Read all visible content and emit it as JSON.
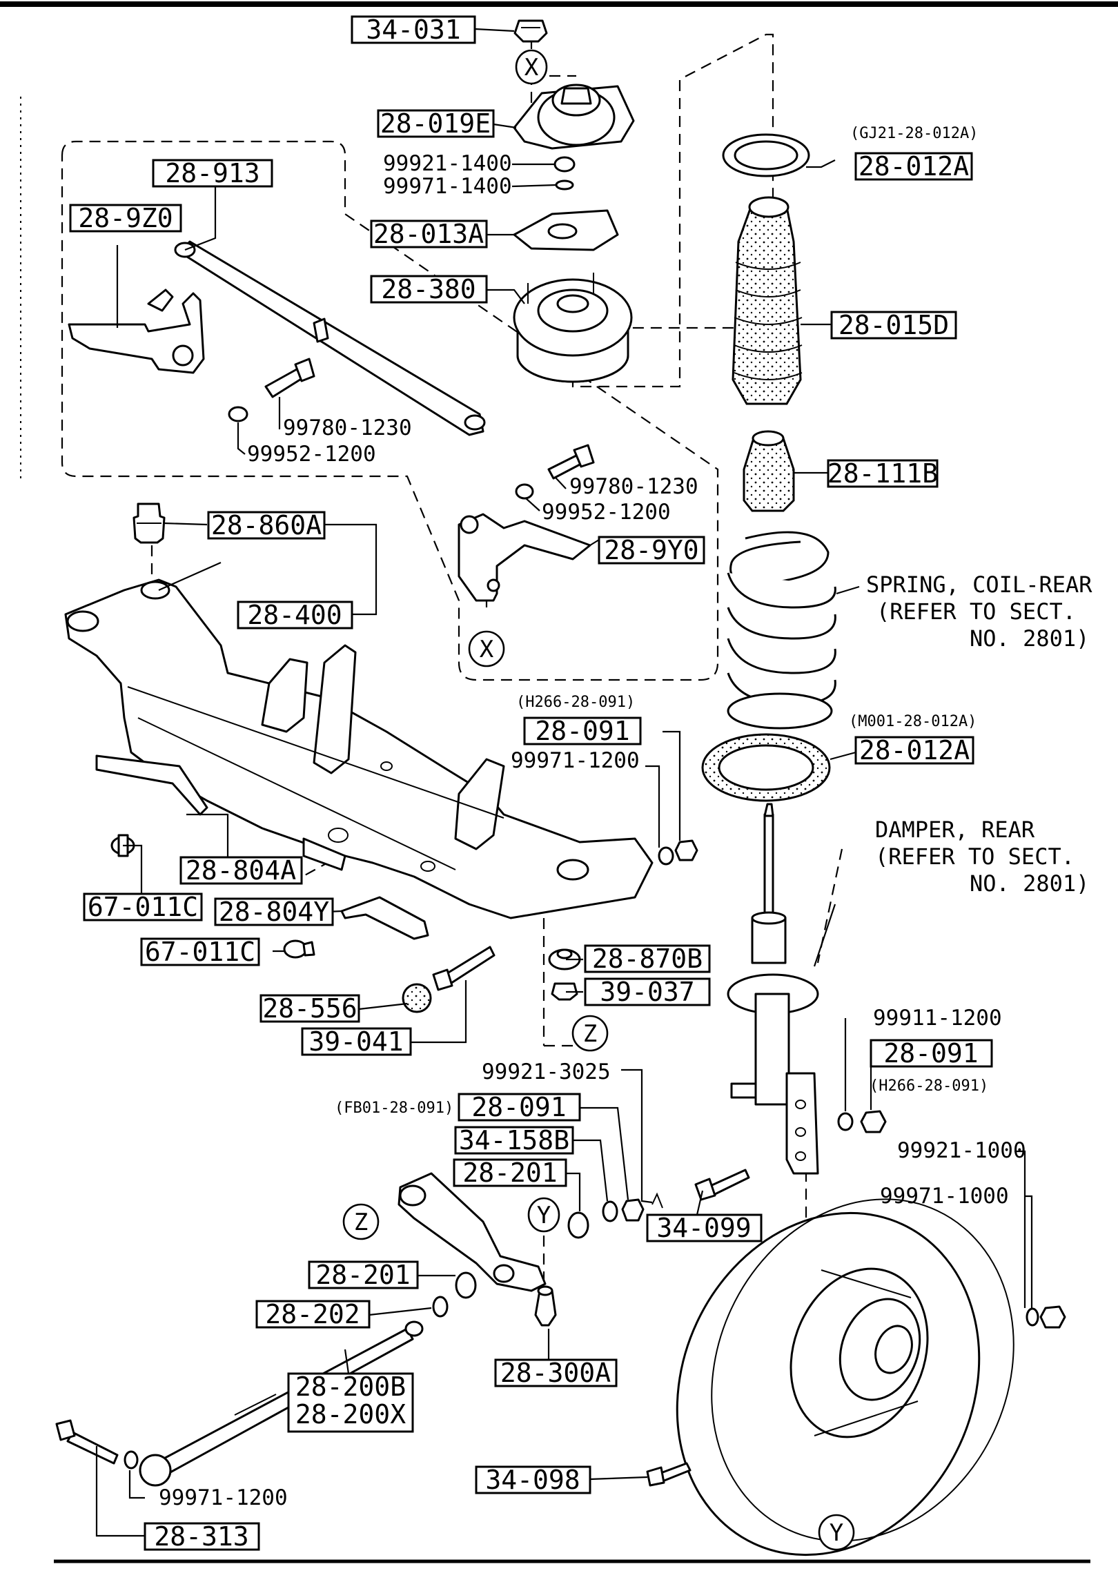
{
  "figure": {
    "boxed_labels": [
      {
        "id": "lbl-34-031",
        "text": "34-031"
      },
      {
        "id": "lbl-28-019E",
        "text": "28-019E"
      },
      {
        "id": "lbl-28-913",
        "text": "28-913"
      },
      {
        "id": "lbl-28-9Z0",
        "text": "28-9Z0"
      },
      {
        "id": "lbl-28-013A",
        "text": "28-013A"
      },
      {
        "id": "lbl-28-380",
        "text": "28-380"
      },
      {
        "id": "lbl-28-012A-top",
        "text": "28-012A"
      },
      {
        "id": "lbl-28-015D",
        "text": "28-015D"
      },
      {
        "id": "lbl-28-111B",
        "text": "28-111B"
      },
      {
        "id": "lbl-28-860A",
        "text": "28-860A"
      },
      {
        "id": "lbl-28-400",
        "text": "28-400"
      },
      {
        "id": "lbl-28-9Y0",
        "text": "28-9Y0"
      },
      {
        "id": "lbl-28-091-a",
        "text": "28-091"
      },
      {
        "id": "lbl-28-012A-bottom",
        "text": "28-012A"
      },
      {
        "id": "lbl-28-804A",
        "text": "28-804A"
      },
      {
        "id": "lbl-67-011C-a",
        "text": "67-011C"
      },
      {
        "id": "lbl-28-804Y",
        "text": "28-804Y"
      },
      {
        "id": "lbl-67-011C-b",
        "text": "67-011C"
      },
      {
        "id": "lbl-28-870B",
        "text": "28-870B"
      },
      {
        "id": "lbl-39-037",
        "text": "39-037"
      },
      {
        "id": "lbl-28-556",
        "text": "28-556"
      },
      {
        "id": "lbl-39-041",
        "text": "39-041"
      },
      {
        "id": "lbl-28-091-b",
        "text": "28-091"
      },
      {
        "id": "lbl-28-091-c",
        "text": "28-091"
      },
      {
        "id": "lbl-34-158B",
        "text": "34-158B"
      },
      {
        "id": "lbl-28-201-a",
        "text": "28-201"
      },
      {
        "id": "lbl-34-099",
        "text": "34-099"
      },
      {
        "id": "lbl-28-201-b",
        "text": "28-201"
      },
      {
        "id": "lbl-28-202",
        "text": "28-202"
      },
      {
        "id": "lbl-28-300A",
        "text": "28-300A"
      },
      {
        "id": "lbl-28-200B",
        "text": "28-200B"
      },
      {
        "id": "lbl-28-200X",
        "text": "28-200X"
      },
      {
        "id": "lbl-34-098",
        "text": "34-098"
      },
      {
        "id": "lbl-28-313",
        "text": "28-313"
      }
    ],
    "plain_labels": [
      {
        "id": "pn-99921-1400",
        "text": "99921-1400"
      },
      {
        "id": "pn-99971-1400",
        "text": "99971-1400"
      },
      {
        "id": "pn-99780-1230-a",
        "text": "99780-1230"
      },
      {
        "id": "pn-99952-1200-a",
        "text": "99952-1200"
      },
      {
        "id": "pn-99780-1230-b",
        "text": "99780-1230"
      },
      {
        "id": "pn-99952-1200-b",
        "text": "99952-1200"
      },
      {
        "id": "pn-99971-1200-a",
        "text": "99971-1200"
      },
      {
        "id": "pn-99911-1200",
        "text": "99911-1200"
      },
      {
        "id": "pn-99921-3025",
        "text": "99921-3025"
      },
      {
        "id": "pn-99921-1000",
        "text": "99921-1000"
      },
      {
        "id": "pn-99971-1000",
        "text": "99971-1000"
      },
      {
        "id": "pn-99971-1200-b",
        "text": "99971-1200"
      }
    ],
    "small_labels": [
      {
        "id": "ref-gj21",
        "text": "(GJ21-28-012A)"
      },
      {
        "id": "ref-h266-a",
        "text": "(H266-28-091)"
      },
      {
        "id": "ref-m001",
        "text": "(M001-28-012A)"
      },
      {
        "id": "ref-h266-b",
        "text": "(H266-28-091)"
      },
      {
        "id": "ref-fb01",
        "text": "(FB01-28-091)"
      }
    ],
    "notes": {
      "spring": [
        "SPRING, COIL-REAR",
        "(REFER TO SECT.",
        "NO. 2801)"
      ],
      "damper": [
        "DAMPER, REAR",
        "(REFER TO SECT.",
        "NO. 2801)"
      ]
    },
    "callout_letters": {
      "x": "X",
      "y": "Y",
      "z": "Z"
    }
  }
}
